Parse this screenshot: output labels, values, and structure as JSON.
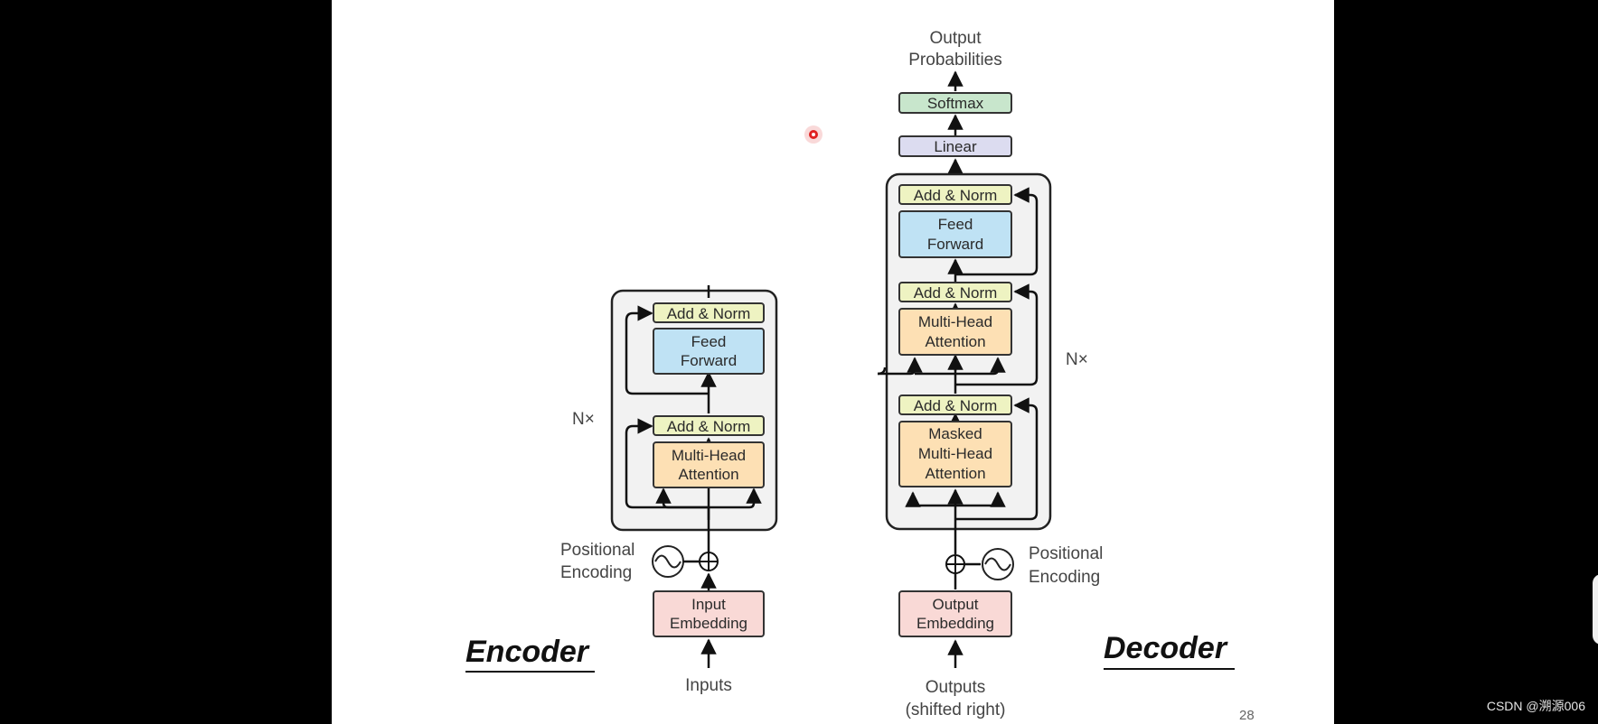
{
  "diagram": {
    "title_output": [
      "Output",
      "Probabilities"
    ],
    "encoder": {
      "caption": "Encoder",
      "repeat_label": "N×",
      "blocks": {
        "add_norm_top": "Add & Norm",
        "feed_forward": [
          "Feed",
          "Forward"
        ],
        "add_norm_bottom": "Add & Norm",
        "attention": [
          "Multi-Head",
          "Attention"
        ]
      },
      "positional_encoding": [
        "Positional",
        "Encoding"
      ],
      "embedding": [
        "Input",
        "Embedding"
      ],
      "input_label": "Inputs"
    },
    "decoder": {
      "caption": "Decoder",
      "repeat_label": "N×",
      "softmax": "Softmax",
      "linear": "Linear",
      "blocks": {
        "add_norm_top": "Add & Norm",
        "feed_forward": [
          "Feed",
          "Forward"
        ],
        "add_norm_mid": "Add & Norm",
        "attention": [
          "Multi-Head",
          "Attention"
        ],
        "add_norm_bottom": "Add & Norm",
        "masked_attention": [
          "Masked",
          "Multi-Head",
          "Attention"
        ]
      },
      "positional_encoding": [
        "Positional",
        "Encoding"
      ],
      "embedding": [
        "Output",
        "Embedding"
      ],
      "output_label": [
        "Outputs",
        "(shifted right)"
      ]
    },
    "page_number": "28"
  },
  "colors": {
    "add_norm": "#eef3c2",
    "feed_forward": "#bfe2f4",
    "attention": "#fde0b4",
    "embedding": "#f9d9d6",
    "softmax": "#c8e6cc",
    "linear": "#dcdcf0",
    "stack_bg": "#f2f2f2",
    "pointer": "#e02020"
  },
  "watermark": "CSDN @溯源006"
}
